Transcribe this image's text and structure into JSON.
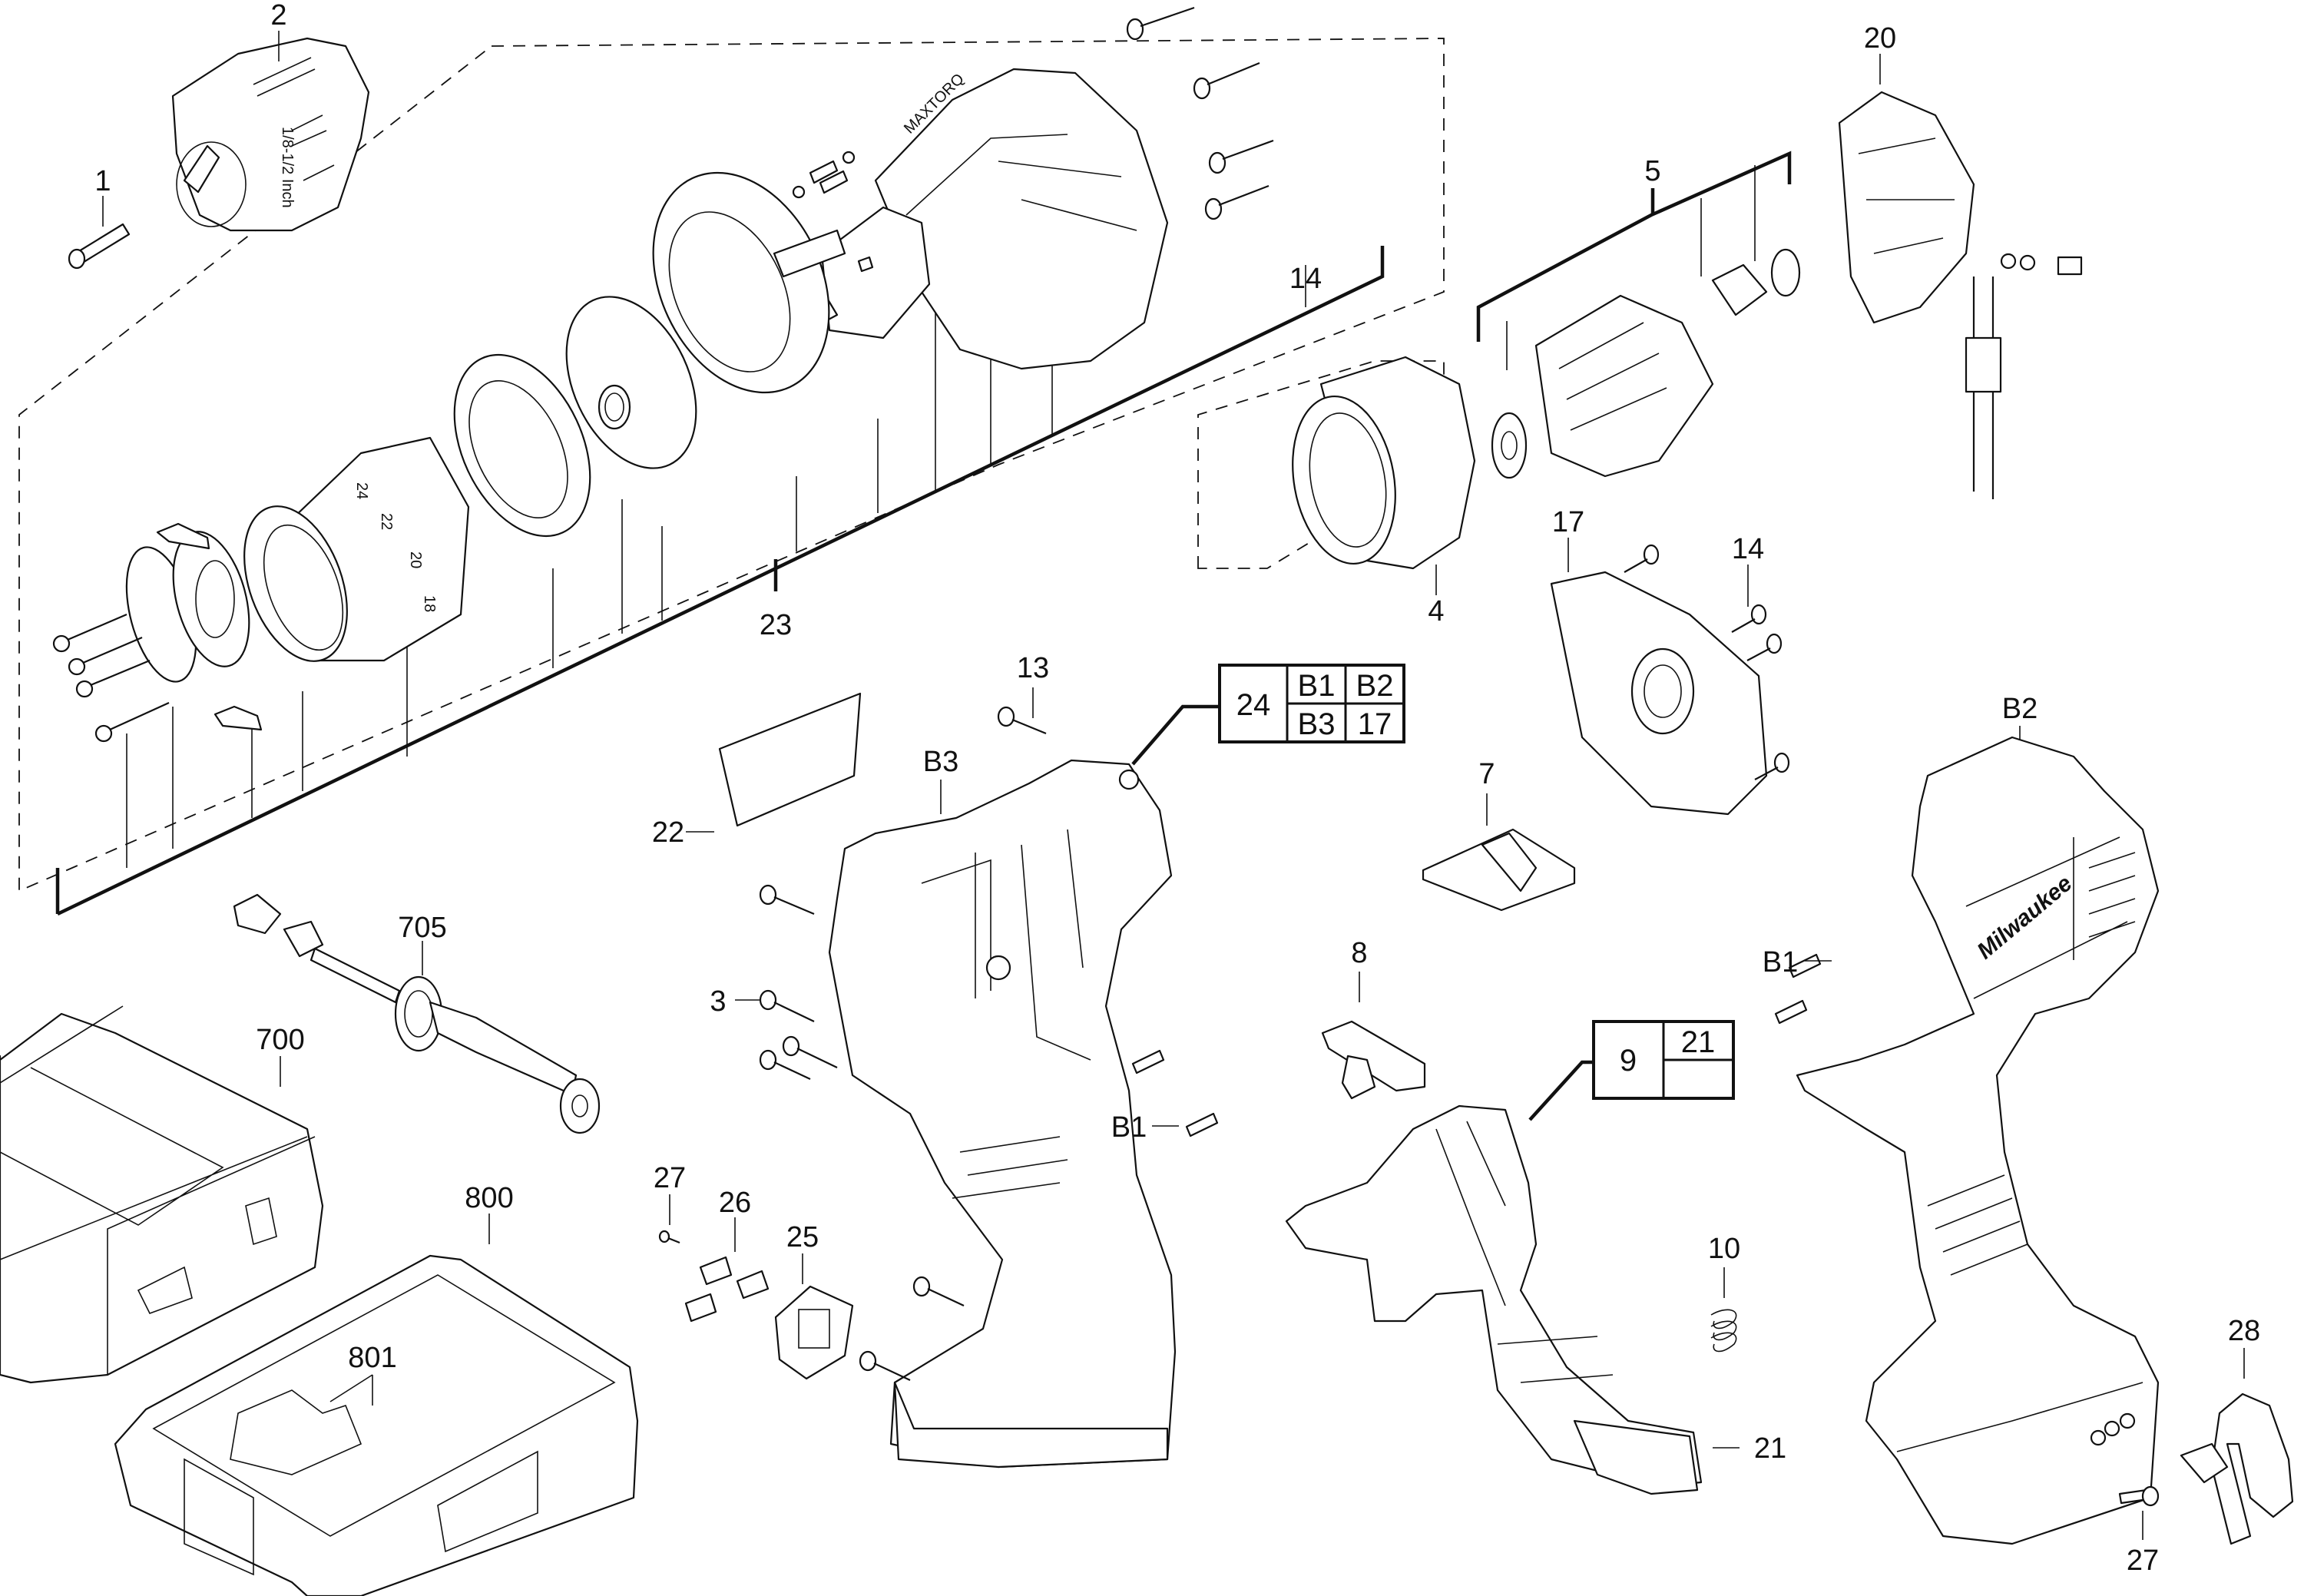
{
  "diagram": {
    "title": "Exploded parts diagram - cordless drill/driver",
    "brand_mark": "Milwaukee",
    "chuck_marking": "1/8-1/2 Inch",
    "clutch_ring_numbers": [
      "24",
      "22",
      "20",
      "18"
    ],
    "part_labels": {
      "p1": "1",
      "p2": "2",
      "p3": "3",
      "p4": "4",
      "p5": "5",
      "p7": "7",
      "p8": "8",
      "p10": "10",
      "p13": "13",
      "p14_top": "14",
      "p14_mid": "14",
      "p17": "17",
      "p20": "20",
      "p21": "21",
      "p22": "22",
      "p23": "23",
      "p25": "25",
      "p26": "26",
      "p27_left": "27",
      "p27_right": "27",
      "p28": "28",
      "p700": "700",
      "p705": "705",
      "p800": "800",
      "p801": "801",
      "B1_mid": "B1",
      "B1_right": "B1",
      "B2": "B2",
      "B3": "B3"
    },
    "kit_boxes": [
      {
        "id": "housing-kit",
        "main": "24",
        "cells": [
          "B1",
          "B2",
          "B3",
          "17"
        ]
      },
      {
        "id": "switch-kit",
        "main": "9",
        "cells": [
          "21",
          ""
        ]
      }
    ]
  }
}
